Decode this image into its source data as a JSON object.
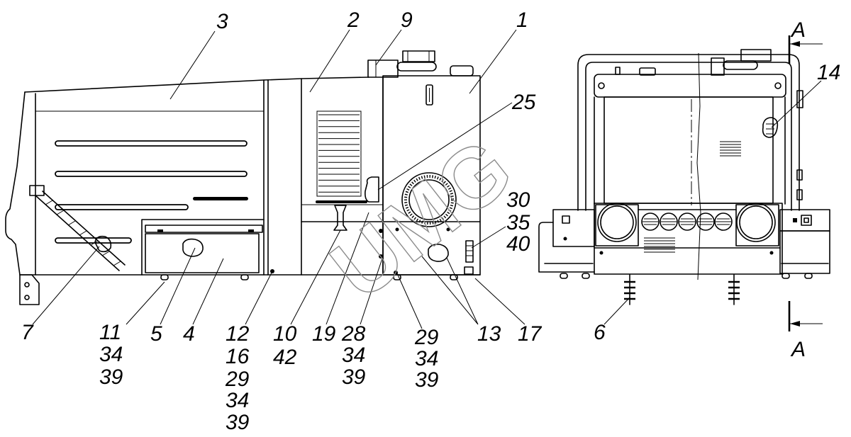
{
  "labels": {
    "item_1": "1",
    "item_2": "2",
    "item_3": "3",
    "item_9": "9",
    "item_25": "25",
    "item_14": "14",
    "item_30_35_40": [
      "30",
      "35",
      "40"
    ],
    "item_7": "7",
    "item_11_34_39": [
      "11",
      "34",
      "39"
    ],
    "item_5": "5",
    "item_4": "4",
    "item_12_16_29_34_39": [
      "12",
      "16",
      "29",
      "34",
      "39"
    ],
    "item_10_42": [
      "10",
      "42"
    ],
    "item_19": "19",
    "item_28_34_39": [
      "28",
      "34",
      "39"
    ],
    "item_29_34_39": [
      "29",
      "34",
      "39"
    ],
    "item_13": "13",
    "item_17": "17",
    "item_6": "6"
  },
  "section_view": {
    "top_marker": "A",
    "bottom_marker": "A"
  },
  "watermark": "UMG",
  "colors": {
    "line": "#000000",
    "background": "#ffffff",
    "watermark": "#8c8c8c"
  }
}
